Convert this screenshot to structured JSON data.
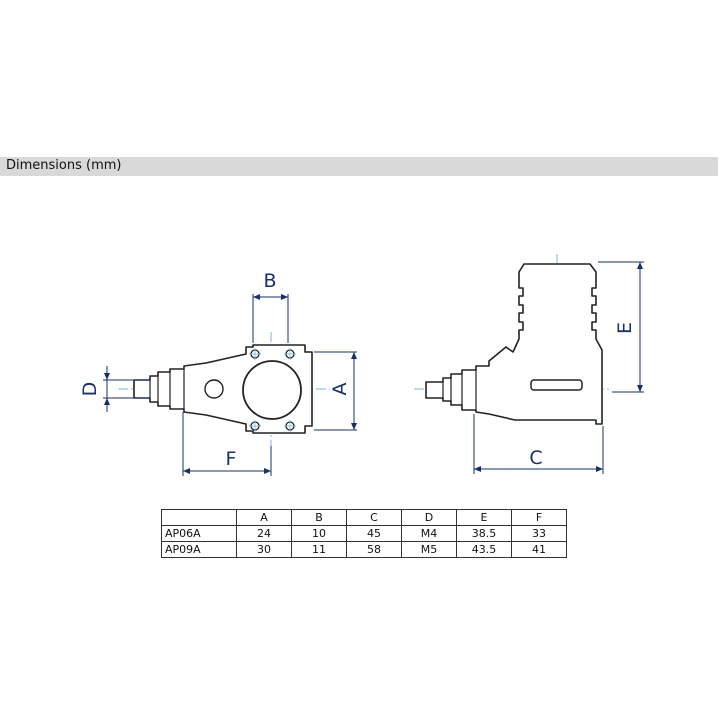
{
  "section": {
    "title": "Dimensions (mm)"
  },
  "labels": {
    "A": "A",
    "B": "B",
    "C": "C",
    "D": "D",
    "E": "E",
    "F": "F"
  },
  "table": {
    "headers": [
      "",
      "A",
      "B",
      "C",
      "D",
      "E",
      "F"
    ],
    "rows": [
      [
        "AP06A",
        "24",
        "10",
        "45",
        "M4",
        "38.5",
        "33"
      ],
      [
        "AP09A",
        "30",
        "11",
        "58",
        "M5",
        "43.5",
        "41"
      ]
    ]
  },
  "colors": {
    "dimension_line": "#1a2f66",
    "center_line": "#7fb6d9",
    "outline": "#222222",
    "header_bar": "#d9d9d9"
  }
}
